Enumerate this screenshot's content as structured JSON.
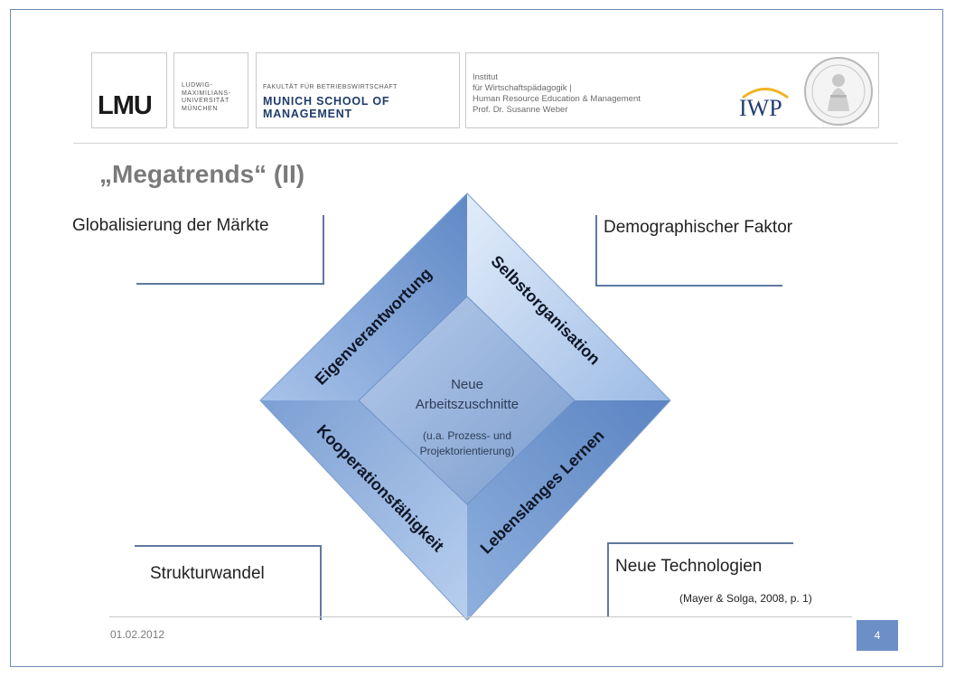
{
  "logos": {
    "lmu": "LMU",
    "lmu_full": "LUDWIG-\nMAXIMILIANS-\nUNIVERSITÄT\nMÜNCHEN",
    "faculty_top": "FAKULTÄT FÜR BETRIEBSWIRTSCHAFT",
    "faculty_main": "MUNICH SCHOOL OF\nMANAGEMENT",
    "institute": "Institut\nfür Wirtschaftspädagogik |\nHuman Resource Education & Management\nProf. Dr. Susanne Weber",
    "iwp": "IWP"
  },
  "title": "„Megatrends“ (II)",
  "trends": {
    "top_left": "Globalisierung der Märkte",
    "top_right": "Demographischer Faktor",
    "bottom_left": "Strukturwandel",
    "bottom_right": "Neue Technologien"
  },
  "diagram": {
    "facet_top_left": "Eigenverantwortung",
    "facet_top_right": "Selbstorganisation",
    "facet_bottom_left": "Kooperationsfähigkeit",
    "facet_bottom_right": "Lebenslanges Lernen",
    "center_line1": "Neue",
    "center_line2": "Arbeitszuschnitte",
    "center_line3": "(u.a. Prozess- und",
    "center_line4": "Projektorientierung)"
  },
  "citation": "(Mayer & Solga, 2008, p. 1)",
  "footer": {
    "date": "01.02.2012",
    "page": "4"
  },
  "colors": {
    "frame": "#6e8bb3",
    "diamond_light": "#c5d9f3",
    "diamond_mid": "#8eb0de",
    "diamond_dark": "#5d86c4",
    "page_box": "#6b8fc6"
  }
}
